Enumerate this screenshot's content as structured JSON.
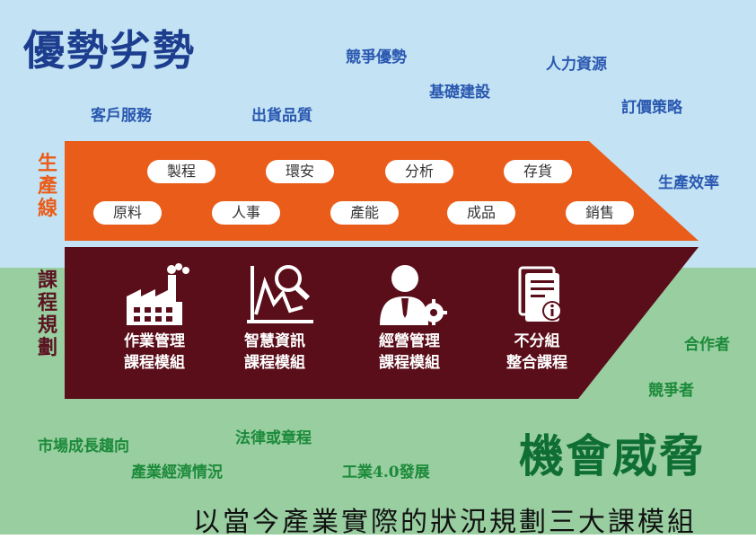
{
  "headings": {
    "strengths_weaknesses": "優勢劣勢",
    "opportunities_threats": "機會威脅"
  },
  "top_keywords": [
    "競爭優勢",
    "人力資源",
    "基礎建設",
    "訂價策略",
    "客戶服務",
    "出貨品質",
    "生產效率"
  ],
  "bottom_keywords": [
    "合作者",
    "競爭者",
    "市場成長趨向",
    "法律或章程",
    "產業經濟情況",
    "工業4.0發展"
  ],
  "side_labels": {
    "production_line": "生產線",
    "course_planning": "課程規劃"
  },
  "production_items": [
    "製程",
    "環安",
    "分析",
    "存貨",
    "原料",
    "人事",
    "產能",
    "成品",
    "銷售"
  ],
  "modules": [
    {
      "icon": "factory-icon",
      "line1": "作業管理",
      "line2": "課程模組"
    },
    {
      "icon": "analytics-chart-icon",
      "line1": "智慧資訊",
      "line2": "課程模組"
    },
    {
      "icon": "manager-gear-icon",
      "line1": "經營管理",
      "line2": "課程模組"
    },
    {
      "icon": "document-info-icon",
      "line1": "不分組",
      "line2": "整合課程"
    }
  ],
  "bottom_line": "以當今產業實際的狀況規劃三大課模組",
  "colors": {
    "sky": "#c3e3f4",
    "grass": "#98cea0",
    "orange": "#ea5c1a",
    "maroon": "#5a0e19"
  }
}
